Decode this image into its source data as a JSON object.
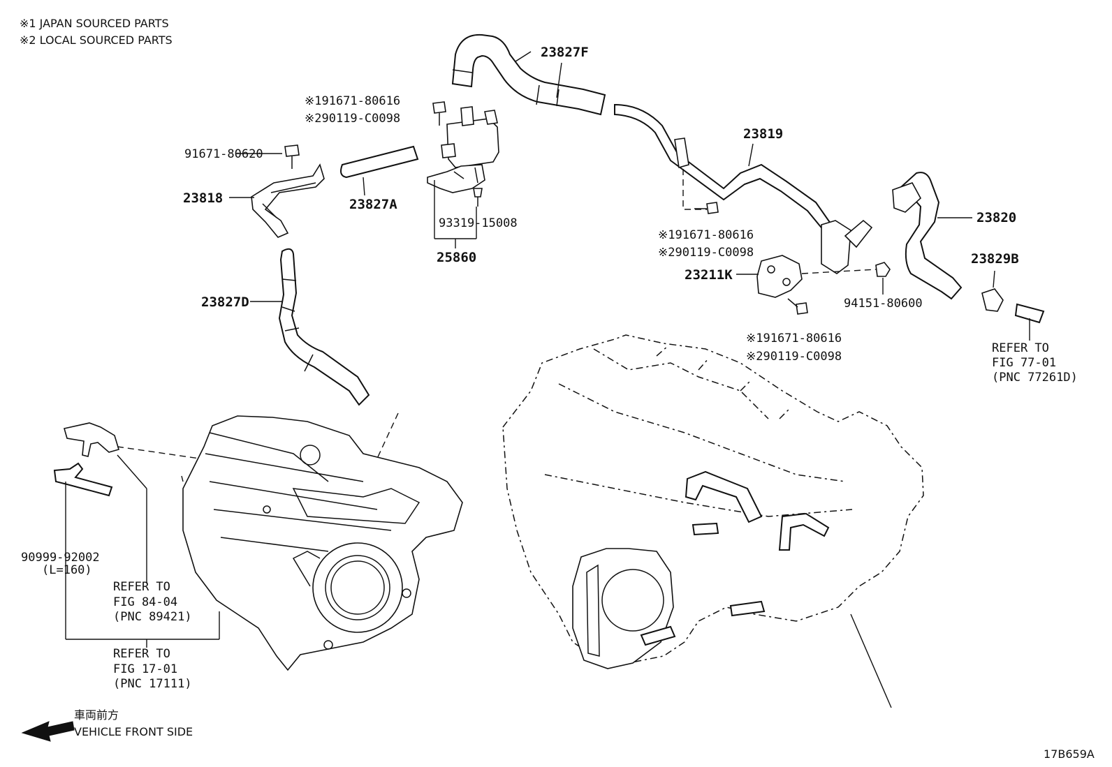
{
  "notes": {
    "line1": "※1 JAPAN SOURCED PARTS",
    "line2": "※2 LOCAL SOURCED PARTS"
  },
  "parts": {
    "p23827F": "23827F",
    "p23827A": "23827A",
    "p23818": "23818",
    "p23827D": "23827D",
    "p23819": "23819",
    "p23820": "23820",
    "p23829B": "23829B",
    "p23211K": "23211K",
    "p25860": "25860",
    "p93319": "93319-15008",
    "p91671_620": "91671-80620",
    "p94151": "94151-80600",
    "p90999": "90999-92002",
    "p90999_len": "(L=160)"
  },
  "bolts": {
    "a1": "※191671-80616",
    "a2": "※290119-C0098",
    "b1": "※191671-80616",
    "b2": "※290119-C0098",
    "c1": "※191671-80616",
    "c2": "※290119-C0098"
  },
  "refs": {
    "r77": {
      "l1": "REFER TO",
      "l2": "FIG 77-01",
      "l3": "(PNC 77261D)"
    },
    "r84": {
      "l1": "REFER TO",
      "l2": "FIG 84-04",
      "l3": "(PNC 89421)"
    },
    "r17": {
      "l1": "REFER TO",
      "l2": "FIG 17-01",
      "l3": "(PNC 17111)"
    }
  },
  "direction": {
    "jp": "車両前方",
    "en": "VEHICLE FRONT SIDE"
  },
  "figure_id": "17B659A",
  "icons": [
    "front-direction-arrow-icon"
  ]
}
